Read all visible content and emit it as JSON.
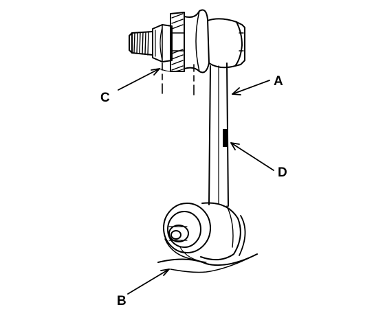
{
  "diagram": {
    "callouts": {
      "a": "A",
      "b": "B",
      "c": "C",
      "d": "D"
    }
  },
  "colors": {
    "ink": "#000000",
    "paper": "#ffffff"
  }
}
